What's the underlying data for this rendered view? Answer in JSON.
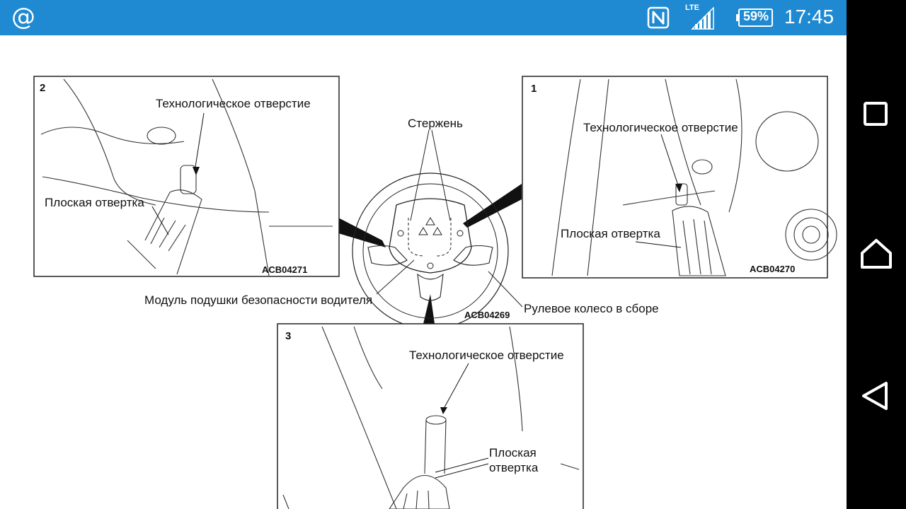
{
  "status_bar": {
    "app_icon": "at-sign-icon",
    "nfc_icon": "nfc-icon",
    "network_type": "LTE",
    "signal_icon": "signal-icon",
    "battery_percent": "59%",
    "time": "17:45",
    "background_color": "#1f8ad2"
  },
  "nav_bar": {
    "recents_icon": "square-icon",
    "home_icon": "home-icon",
    "back_icon": "back-triangle-icon"
  },
  "diagram": {
    "center": {
      "rod_label": "Стержень",
      "airbag_label": "Модуль подушки безопасности водителя",
      "wheel_label": "Рулевое колесо в сборе",
      "code": "ACB04269"
    },
    "panel_1": {
      "number": "1",
      "hole_label": "Технологическое отверстие",
      "screwdriver_label": "Плоская отвертка",
      "code": "ACB04270"
    },
    "panel_2": {
      "number": "2",
      "hole_label": "Технологическое отверстие",
      "screwdriver_label": "Плоская отвертка",
      "code": "ACB04271"
    },
    "panel_3": {
      "number": "3",
      "hole_label": "Технологическое отверстие",
      "screwdriver_label_line1": "Плоская",
      "screwdriver_label_line2": "отвертка"
    }
  }
}
